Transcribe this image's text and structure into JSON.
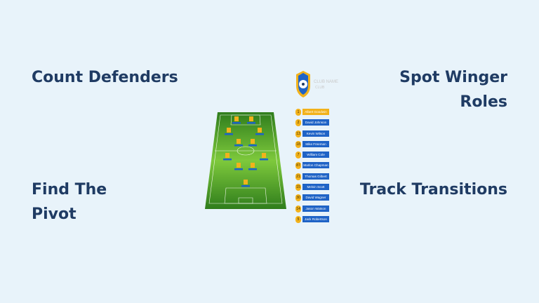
{
  "headings": {
    "count_defenders": "Count Defenders",
    "spot_winger_roles_line1": "Spot Winger",
    "spot_winger_roles_line2": "Roles",
    "find_the_pivot_line1": "Find The",
    "find_the_pivot_line2": "Pivot",
    "track_transitions": "Track Transitions"
  },
  "club": {
    "name": "CLUB NAME",
    "sub": "CLUB"
  },
  "roster": [
    {
      "number": "1",
      "name": "Albert Goodwin",
      "highlighted": true
    },
    {
      "number": "2",
      "name": "David Johnson",
      "highlighted": false
    },
    {
      "number": "13",
      "name": "Kevin Wilson",
      "highlighted": false
    },
    {
      "number": "18",
      "name": "Mike Freeman",
      "highlighted": false
    },
    {
      "number": "7",
      "name": "William Cole",
      "highlighted": false
    },
    {
      "number": "87",
      "name": "Marlon Chapman",
      "highlighted": false
    },
    {
      "number": "21",
      "name": "Thomas Gilbert",
      "highlighted": false
    },
    {
      "number": "15",
      "name": "Melvin Scott",
      "highlighted": false
    },
    {
      "number": "30",
      "name": "David Wagner",
      "highlighted": false
    },
    {
      "number": "14",
      "name": "Jason Watson",
      "highlighted": false
    },
    {
      "number": "5",
      "name": "Jack Robertson",
      "highlighted": false
    }
  ],
  "colors": {
    "heading": "#1f3b63",
    "pitch_dark": "#2f7d1c",
    "pitch_light": "#7ec93c",
    "shirt": "#f2b21b",
    "name_tag": "#1f63c6"
  }
}
